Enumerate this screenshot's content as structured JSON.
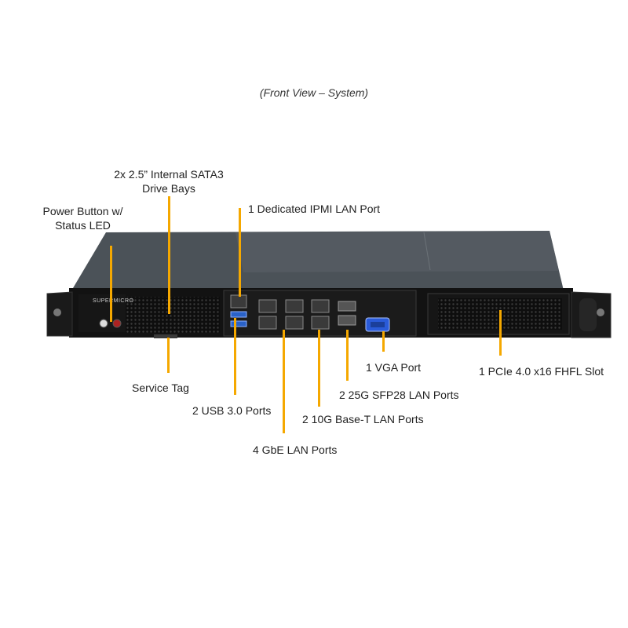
{
  "title": "(Front View – System)",
  "brand_logo_text": "SUPERMICRO",
  "callouts": {
    "drive_bays": [
      "2x 2.5” Internal  SATA3",
      "Drive Bays"
    ],
    "power_button": [
      "Power Button w/",
      "Status LED"
    ],
    "ipmi": "1 Dedicated IPMI  LAN Port",
    "service_tag": "Service Tag",
    "usb": "2 USB 3.0 Ports",
    "gbe": "4 GbE LAN Ports",
    "tenG": "2 10G Base-T LAN Ports",
    "sfp": "2 25G SFP28 LAN Ports",
    "vga": "1 VGA Port",
    "pcie": "1 PCIe 4.0 x16 FHFL Slot"
  },
  "colors": {
    "leader": "#f5a800",
    "chassis_top": "#4a5157",
    "chassis_front": "#111111"
  }
}
